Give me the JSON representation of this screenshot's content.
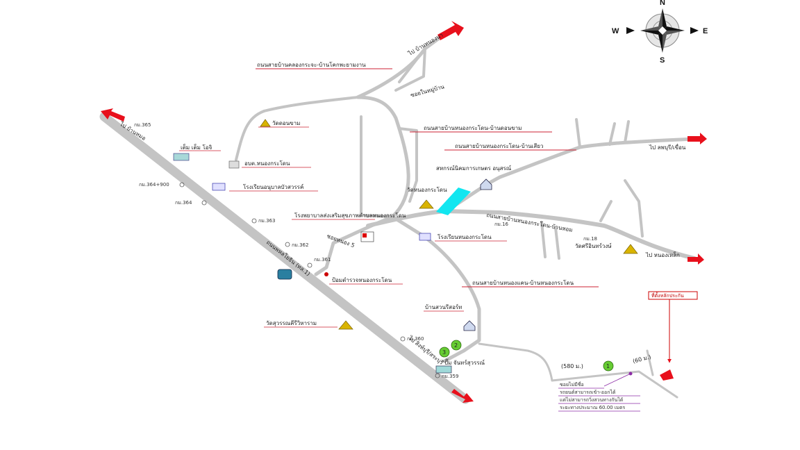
{
  "compass": {
    "north": "N",
    "south": "S",
    "east": "E",
    "west": "W"
  },
  "roads": {
    "r1": "ถนนสายบ้านคลองกระจะ-บ้านโคกพะยามงาน",
    "r2": "ถนนสายบ้านหนองกระโดน-บ้านดอนขาม",
    "r3": "ถนนสายบ้านหนองกระโดน-บ้านเสียว",
    "r4": "ถนนสายบ้านหนองกระโดน-บ้านหอม",
    "r5": "ถนนสายบ้านหนองแคน-บ้านหนองกระโดน",
    "highway": "ถนนพหลโยธิน (ทล.1)",
    "soi5": "ซอยหนอง 5"
  },
  "directions": {
    "up": "ไป บ้านหนองนา",
    "top_left": "ไป บ้านหมอ",
    "east1": "ไป ลพบุรี/เขื่อน",
    "east2": "ไป หนองเหล็ก",
    "bottom": "ไป สิงห์บุรี/สระบุรี",
    "small1": "ซอยในหมู่บ้าน"
  },
  "places": {
    "wat1": "วัดดอนขาม",
    "shop": "เต็ม เต็ม โอจิ",
    "obt": "อบต.หนองกระโดน",
    "school1": "โรงเรียนอนุบาลบัวสวรรค์",
    "hospital": "โรงพยาบาลส่งเสริมสุขภาพตำบลหนองกระโดน",
    "coop": "สหกรณ์นิคมการเกษตร อนุสรณ์",
    "wat2": "วัดหนองกระโดน",
    "school2": "โรงเรียนหนองกระโดน",
    "wat3": "วัดศรีอินทร์วงษ์",
    "police": "ป้อมตำรวจหนองกระโดน",
    "wat4": "วัดสุวรรณคีรีวิหาราม",
    "resort": "บ้านสวนรีสอร์ท",
    "gas": "ปั๊ม จันทร์สุวรรณ์",
    "destination": "ที่ตั้งหลักประกัน"
  },
  "km_markers": [
    "กม.365",
    "กม.364+900",
    "กม.364",
    "กม.363",
    "กม.362",
    "กม.361",
    "กม.360",
    "กม.359"
  ],
  "local_km": {
    "a": "กม.16",
    "b": "กม.18"
  },
  "distances": {
    "d1": "(580 ม.)",
    "d2": "(60 ม.)"
  },
  "markers": {
    "m1": "1",
    "m2": "2",
    "m3": "3"
  },
  "note_lines": [
    "ซอยไม่มีชื่อ",
    "รถยนต์สามารถเข้า-ออกได้",
    "แต่ไม่สามารถวิ่งสวนทางกันได้",
    "ระยะทางประมาณ 60.00 เมตร"
  ],
  "colors": {
    "road": "#c4c4c4",
    "arrow": "#e8101c",
    "water": "#12e6f0",
    "temple": "#d9b400",
    "marker": "#66cc33",
    "label_line": "#cc2233"
  }
}
